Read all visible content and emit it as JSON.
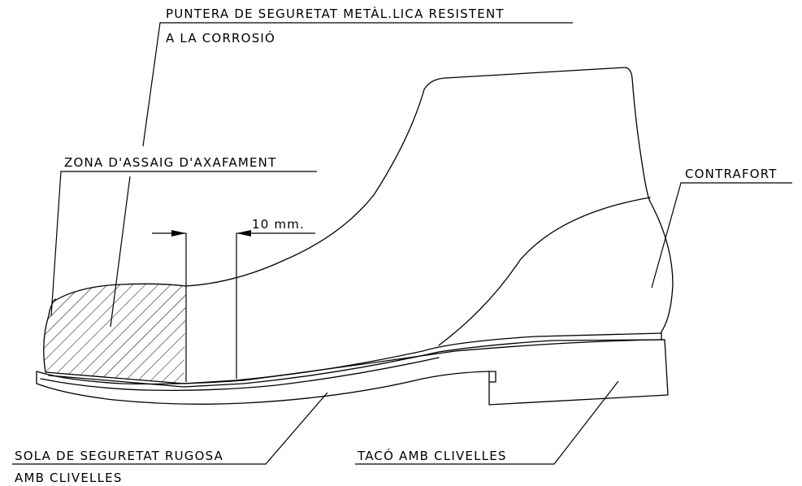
{
  "labels": {
    "toe_cap_line1": "PUNTERA DE SEGURETAT METÀL.LICA RESISTENT",
    "toe_cap_line2": "A LA CORROSIÓ",
    "crush_zone": "ZONA D'ASSAIG D'AXAFAMENT",
    "dimension": "10 mm.",
    "counter": "CONTRAFORT",
    "sole_line1": "SOLA DE SEGURETAT RUGOSA",
    "sole_line2": "AMB CLIVELLES",
    "heel": "TACÓ AMB CLIVELLES"
  },
  "colors": {
    "line": "#000000",
    "background": "#ffffff"
  }
}
